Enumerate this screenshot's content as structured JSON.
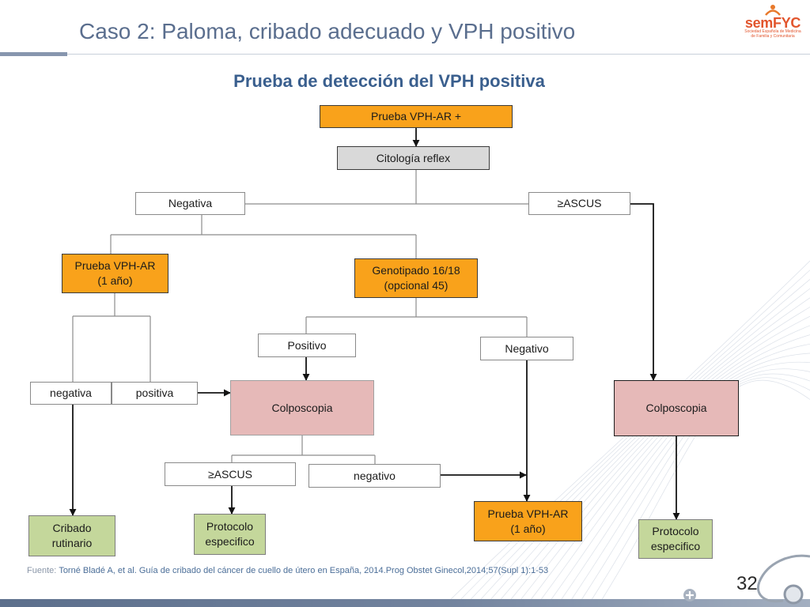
{
  "slide": {
    "title": "Caso 2: Paloma, cribado adecuado y VPH positivo",
    "subtitle": "Prueba de detección del VPH positiva",
    "page_number": "32",
    "logo": {
      "name": "semFYC",
      "tagline": [
        "Sociedad Española de Medicina",
        "de Familia y Comunitaria"
      ]
    },
    "footer": {
      "label": "Fuente:",
      "citation": "Torné Bladé A, et al. Guía de cribado del cáncer de cuello de útero en España, 2014.Prog Obstet Ginecol,2014;57(Supl 1):1-53"
    }
  },
  "flowchart": {
    "nodes": {
      "vph_ar_positive": {
        "lines": [
          "Prueba VPH-AR +"
        ]
      },
      "citologia_reflex": {
        "lines": [
          "Citología reflex"
        ]
      },
      "negativa": {
        "lines": [
          "Negativa"
        ]
      },
      "ascus_top": {
        "lines": [
          "≥ASCUS"
        ]
      },
      "vph_ar_1_year_left": {
        "lines": [
          "Prueba VPH-AR",
          "(1 año)"
        ]
      },
      "genotipado": {
        "lines": [
          "Genotipado 16/18",
          "(opcional 45)"
        ]
      },
      "positivo": {
        "lines": [
          "Positivo"
        ]
      },
      "negativo": {
        "lines": [
          "Negativo"
        ]
      },
      "negativa_small": {
        "lines": [
          "negativa"
        ]
      },
      "positiva_small": {
        "lines": [
          "positiva"
        ]
      },
      "colposcopia_center": {
        "lines": [
          "Colposcopia"
        ]
      },
      "colposcopia_right": {
        "lines": [
          "Colposcopia"
        ]
      },
      "ascus_bottom": {
        "lines": [
          "≥ASCUS"
        ]
      },
      "negativo_bottom": {
        "lines": [
          "negativo"
        ]
      },
      "cribado_rutinario": {
        "lines": [
          "Cribado",
          "rutinario"
        ]
      },
      "protocolo_center": {
        "lines": [
          "Protocolo",
          "especifico"
        ]
      },
      "vph_ar_1_year_right": {
        "lines": [
          "Prueba VPH-AR",
          "(1 año)"
        ]
      },
      "protocolo_right": {
        "lines": [
          "Protocolo",
          "especifico"
        ]
      }
    }
  },
  "colors": {
    "orange_box": "#F9A21B",
    "gray_box": "#D9D9D9",
    "pink_box": "#E6B9B8",
    "green_box": "#C4D79B",
    "title_text": "#5A6E8E",
    "subtitle_text": "#3A5F8E",
    "citation_text": "#4B6E98",
    "footer_label": "#8A96A8",
    "accent_bar": "#8796AE",
    "logo_red": "#E2552D"
  },
  "icons": {
    "logo": "semfyc-logo-icon",
    "plus": "plus-circle-icon",
    "stethoscope": "stethoscope-icon"
  }
}
